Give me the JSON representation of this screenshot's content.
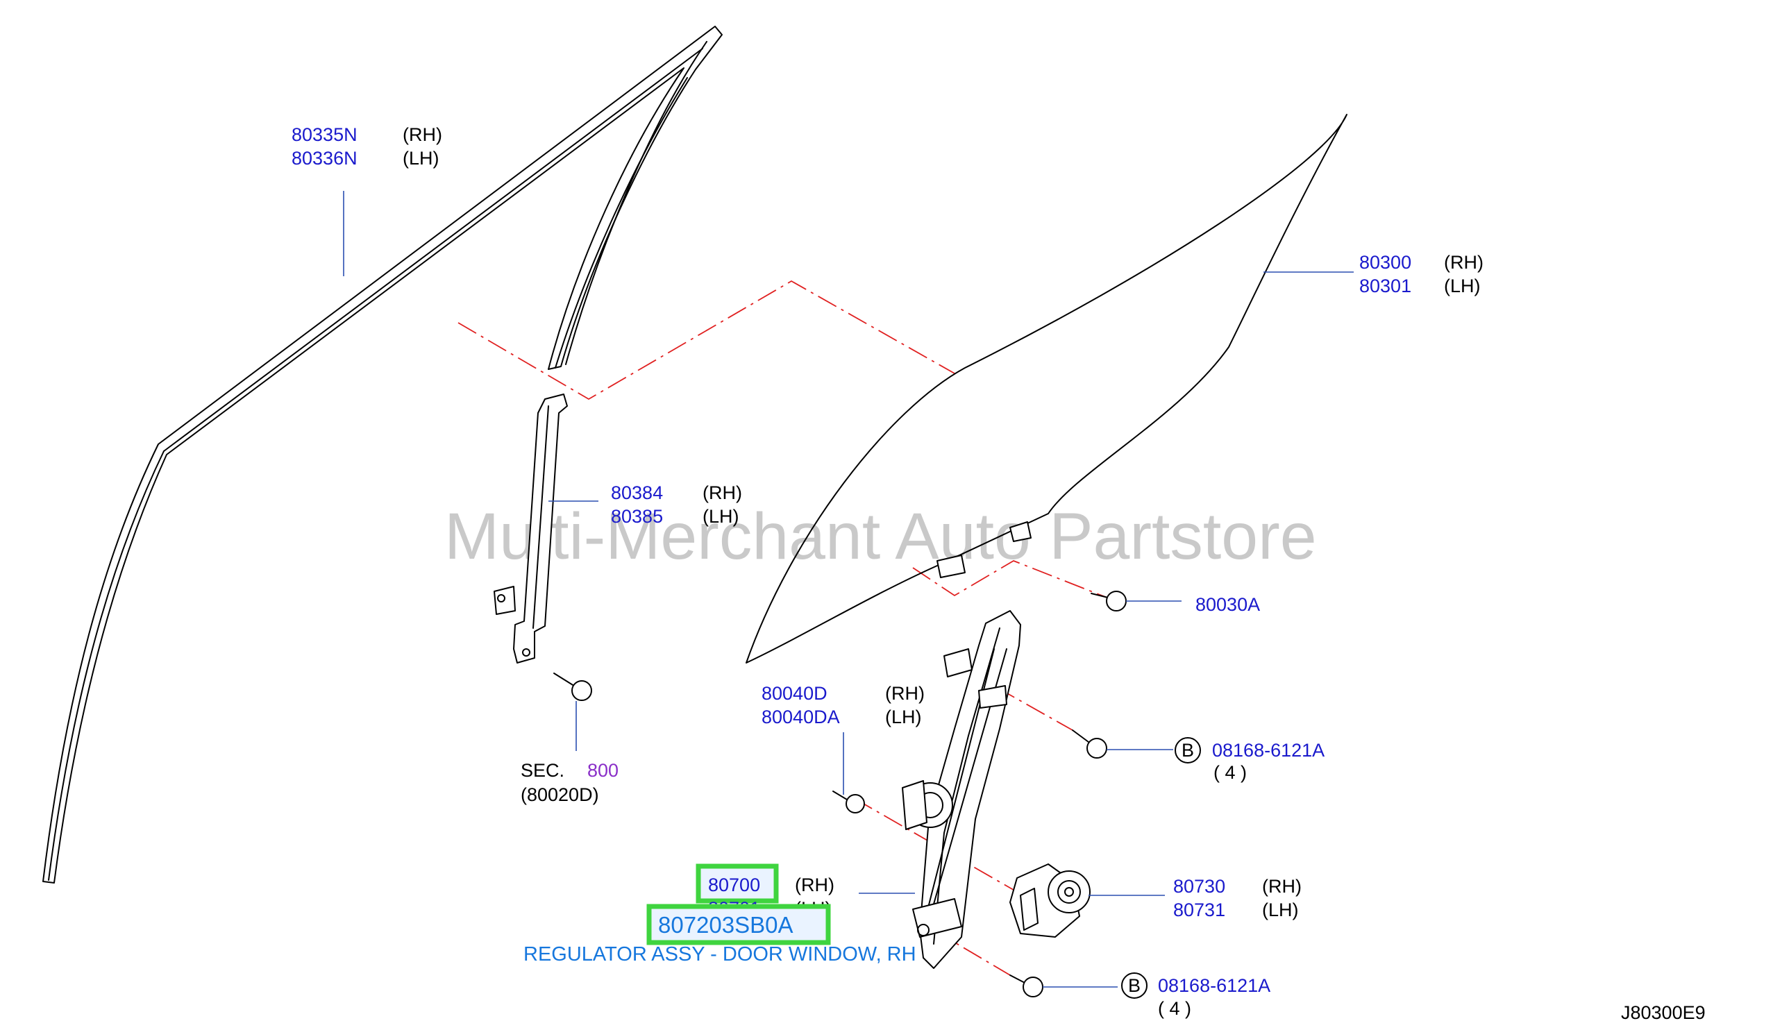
{
  "watermark": "Multi-Merchant Auto Partstore",
  "diagram_code": "J80300E9",
  "colors": {
    "part_number": "#1a1acc",
    "highlight_border": "#3fd43f",
    "highlight_text": "#1677dd",
    "section_ref": "#8a2fc8",
    "centerline": "#e02020"
  },
  "callouts": {
    "sash_rh": {
      "part": "80335N",
      "side": "(RH)"
    },
    "sash_lh": {
      "part": "80336N",
      "side": "(LH)"
    },
    "glass_rh": {
      "part": "80300",
      "side": "(RH)"
    },
    "glass_lh": {
      "part": "80301",
      "side": "(LH)"
    },
    "guide_rh": {
      "part": "80384",
      "side": "(RH)"
    },
    "guide_lh": {
      "part": "80385",
      "side": "(LH)"
    },
    "glass_bolt": {
      "part": "80030A"
    },
    "regulator_bolt_rh": {
      "part": "80040D",
      "side": "(RH)"
    },
    "regulator_bolt_lh": {
      "part": "80040DA",
      "side": "(LH)"
    },
    "bolt_upper": {
      "marker": "B",
      "part": "08168-6121A",
      "qty": "( 4 )"
    },
    "bolt_lower": {
      "marker": "B",
      "part": "08168-6121A",
      "qty": "( 4 )"
    },
    "section": {
      "label": "SEC.",
      "number": "800",
      "ref": "(80020D)"
    },
    "regulator_rh": {
      "part": "80700",
      "side": "(RH)"
    },
    "regulator_lh": {
      "part": "80701",
      "side": "(LH)"
    },
    "motor_rh": {
      "part": "80730",
      "side": "(RH)"
    },
    "motor_lh": {
      "part": "80731",
      "side": "(LH)"
    }
  },
  "selected_part": {
    "number": "807203SB0A",
    "description": "REGULATOR ASSY - DOOR WINDOW, RH"
  }
}
